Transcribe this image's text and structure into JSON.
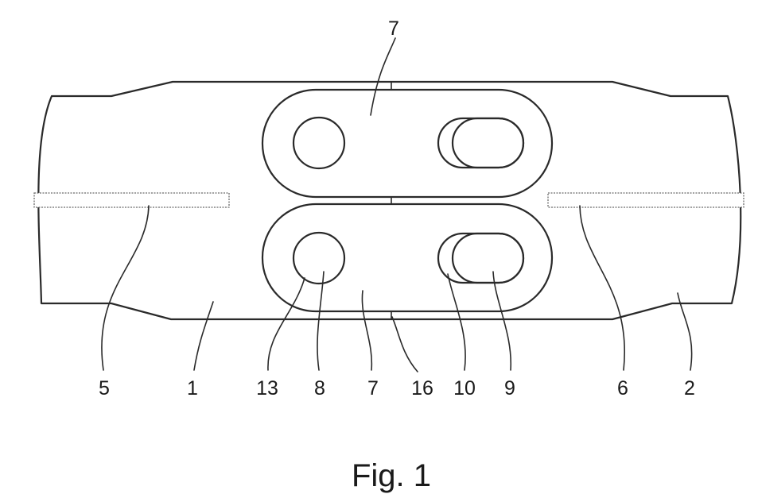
{
  "labels": {
    "top_seven": "7",
    "ref_5": "5",
    "ref_1": "1",
    "ref_13": "13",
    "ref_8": "8",
    "ref_7": "7",
    "ref_16": "16",
    "ref_10": "10",
    "ref_9": "9",
    "ref_6": "6",
    "ref_2": "2"
  },
  "caption": "Fig. 1"
}
